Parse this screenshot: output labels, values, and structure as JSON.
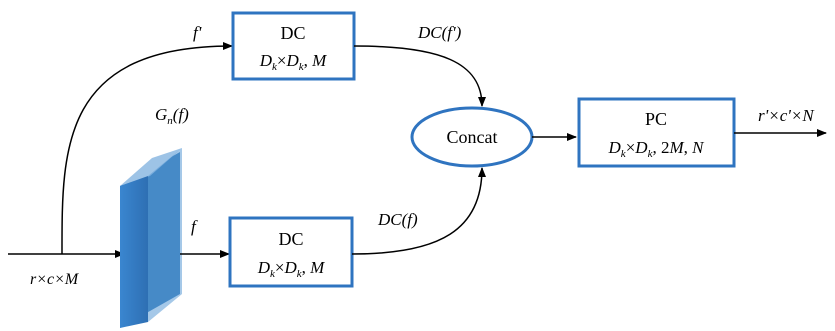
{
  "input_label": "r×c×M",
  "upper_feature_label": "f'",
  "group_label": "Gn(f)",
  "lower_feature_label": "f",
  "dc_top": {
    "title": "DC",
    "params": "Dk×Dk, M"
  },
  "dc_bottom": {
    "title": "DC",
    "params": "Dk×Dk, M"
  },
  "dc_top_output_label": "DC(f')",
  "dc_bottom_output_label": "DC(f)",
  "concat": {
    "label": "Concat"
  },
  "pc": {
    "title": "PC",
    "params": "Dk×Dk, 2M, N"
  },
  "output_label": "r'×c'×N",
  "colors": {
    "box_border": "#2f74c0",
    "block_front": "#2e75b6",
    "block_top": "#9dc3e6",
    "block_side": "#5b9bd5",
    "line": "#000000"
  }
}
